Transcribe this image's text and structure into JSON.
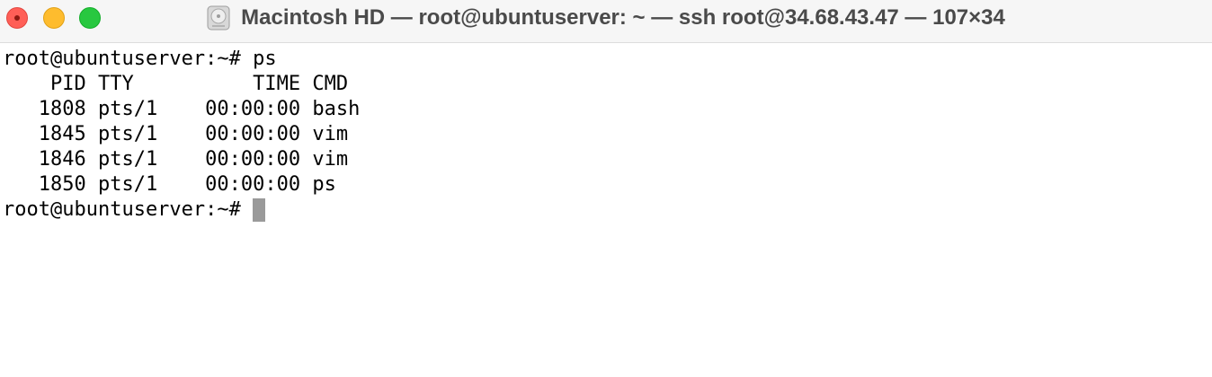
{
  "window": {
    "title": "Macintosh HD — root@ubuntuserver: ~ — ssh root@34.68.43.47 — 107×34",
    "title_icon": "disk-icon"
  },
  "terminal": {
    "prompt_line": "root@ubuntuserver:~# ps",
    "header": "    PID TTY          TIME CMD",
    "rows": [
      "   1808 pts/1    00:00:00 bash",
      "   1845 pts/1    00:00:00 vim",
      "   1846 pts/1    00:00:00 vim",
      "   1850 pts/1    00:00:00 ps"
    ],
    "current_prompt": "root@ubuntuserver:~# "
  },
  "colors": {
    "close": "#ff5f57",
    "minimize": "#febc2e",
    "maximize": "#28c840",
    "cursor": "#9a9a9a"
  }
}
